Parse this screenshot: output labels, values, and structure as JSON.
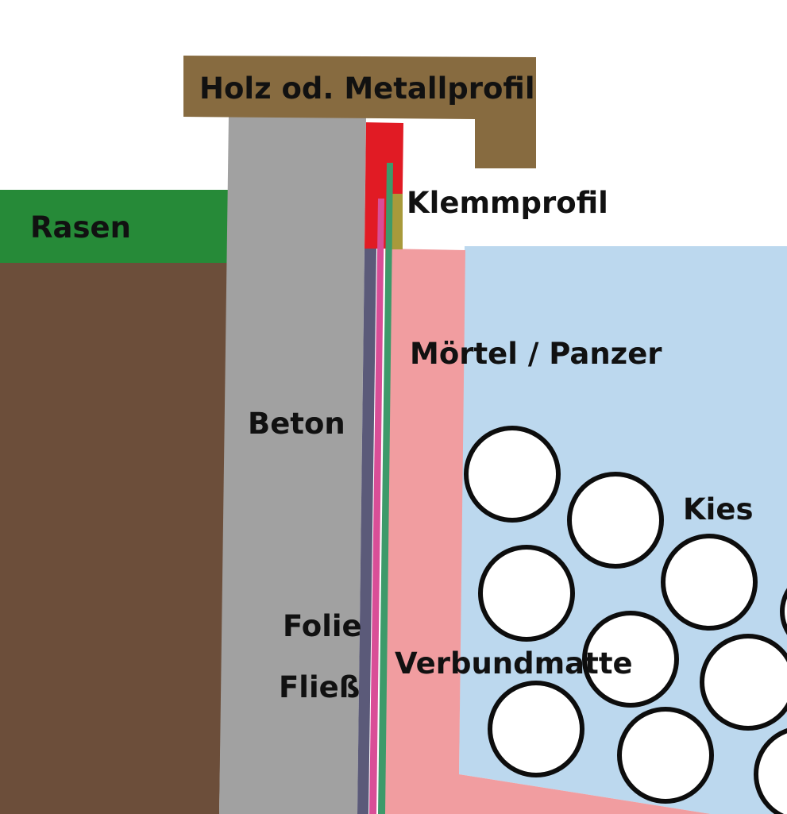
{
  "labels": {
    "profile": "Holz od. Metallprofil",
    "clamp": "Klemmprofil",
    "lawn": "Rasen",
    "mortar": "Mörtel / Panzer",
    "concrete": "Beton",
    "gravel": "Kies",
    "foil": "Folie",
    "fleece": "Fließ",
    "composite_mat": "Verbundmatte"
  },
  "colors": {
    "profile": "#876b40",
    "lawn": "#268a38",
    "soil": "#6c4e3a",
    "concrete": "#a1a1a1",
    "clamp": "#e11b24",
    "mortar": "#f19da0",
    "water": "#bcd8ee",
    "foil": "#5b5a79",
    "fleece": "#d94e97",
    "composite_mat": "#3d9a6a",
    "stone": "#ffffff",
    "stone_outline": "#0d0d0d"
  }
}
